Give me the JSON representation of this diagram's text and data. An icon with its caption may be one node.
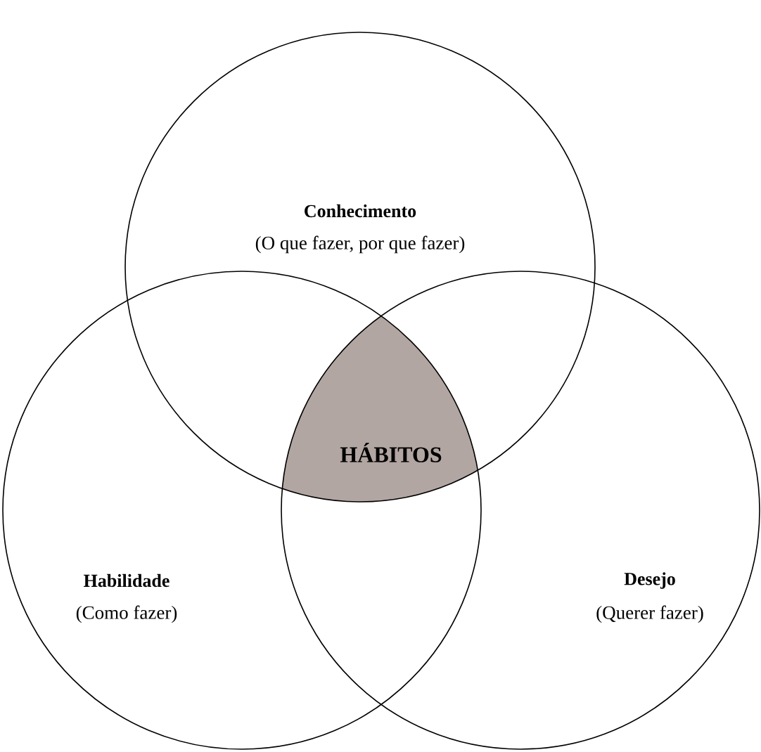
{
  "diagram": {
    "nodes": [
      {
        "text": [
          "Conhecimento",
          "(O que fazer, por que fazer)"
        ]
      },
      {
        "text": [
          "Habilidade",
          "(Como fazer)"
        ]
      },
      {
        "text": [
          "Desejo",
          "(Querer fazer)"
        ]
      },
      {
        "text": [
          "HÁBITOS"
        ]
      }
    ]
  }
}
